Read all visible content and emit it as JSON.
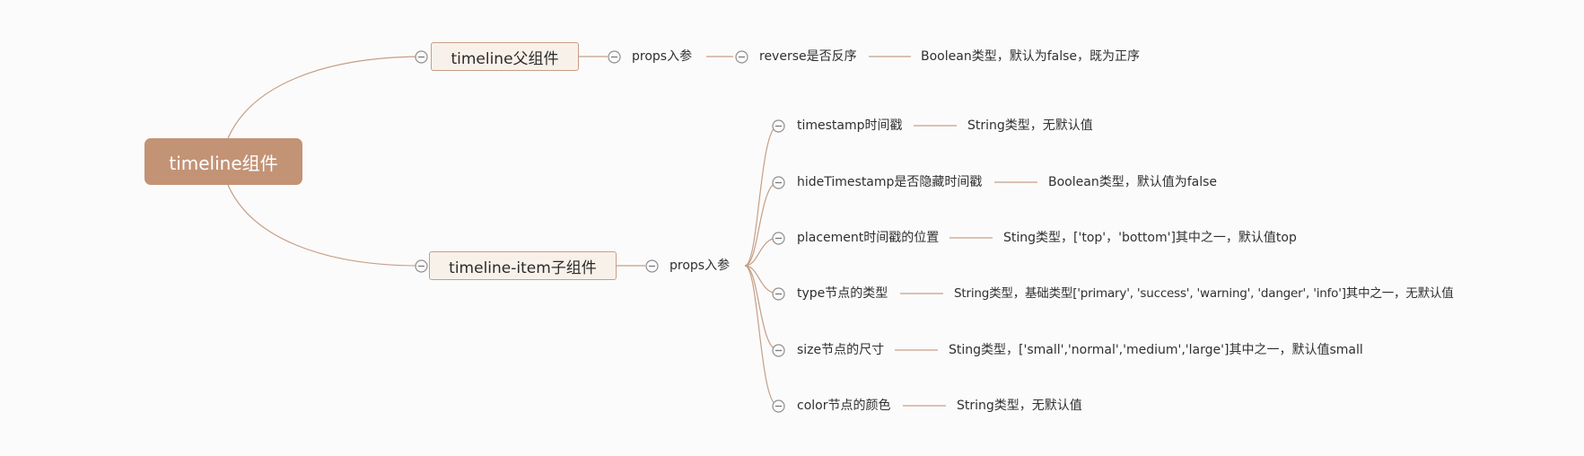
{
  "mindmap": {
    "root": "timeline组件",
    "parent": {
      "title": "timeline父组件",
      "props": {
        "label": "props入参",
        "items": [
          {
            "name": "reverse是否反序",
            "desc": "Boolean类型，默认为false，既为正序"
          }
        ]
      }
    },
    "item": {
      "title": "timeline-item子组件",
      "props": {
        "label": "props入参",
        "items": [
          {
            "name": "timestamp时间戳",
            "desc": "String类型，无默认值"
          },
          {
            "name": "hideTimestamp是否隐藏时间戳",
            "desc": "Boolean类型，默认值为false"
          },
          {
            "name": "placement时间戳的位置",
            "desc": "Sting类型，['top'，'bottom']其中之一，默认值top"
          },
          {
            "name": "type节点的类型",
            "desc": "String类型，基础类型['primary', 'success', 'warning', 'danger', 'info']其中之一，无默认值"
          },
          {
            "name": "size节点的尺寸",
            "desc": "Sting类型，['small','normal','medium','large']其中之一，默认值small"
          },
          {
            "name": "color节点的颜色",
            "desc": "String类型，无默认值"
          }
        ]
      }
    }
  },
  "colors": {
    "root_fill": "#c39376",
    "branch_line": "#c69e86",
    "main_fill": "#f8f1ea",
    "background": "#fbfbfb"
  },
  "icons": {
    "collapse": "minus-circle-icon"
  }
}
